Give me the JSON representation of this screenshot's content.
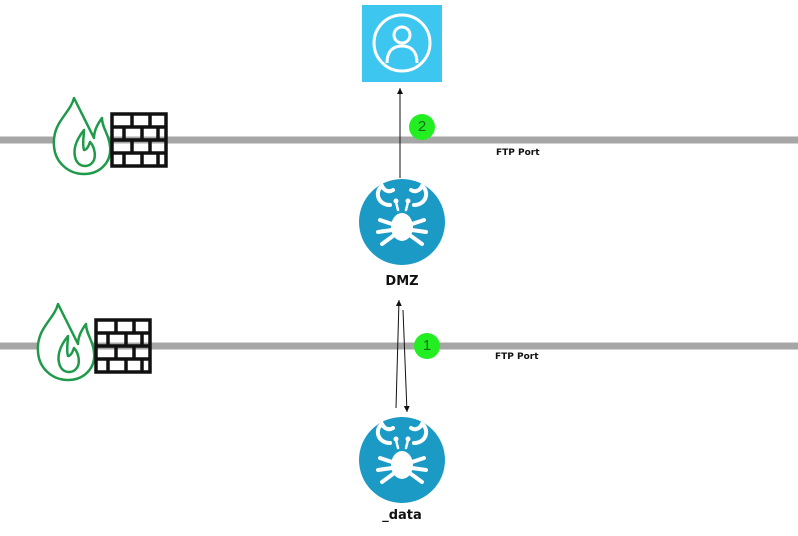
{
  "nodes": {
    "dmz": {
      "label": "DMZ"
    },
    "data": {
      "label": "_data"
    }
  },
  "zones": {
    "upper": {
      "port_label": "FTP Port",
      "step": "2"
    },
    "lower": {
      "port_label": "FTP Port",
      "step": "1"
    }
  },
  "colors": {
    "network_line": "#a6a6a6",
    "flame": "#1e9a4a",
    "wall": "#111111",
    "server_fill": "#1a9ac4",
    "user_fill": "#3dc6f0",
    "badge": "#22ee22",
    "arrow": "#111111"
  },
  "icons": {
    "firewall": "firewall-icon",
    "server": "crab-server-icon",
    "user": "user-icon"
  }
}
